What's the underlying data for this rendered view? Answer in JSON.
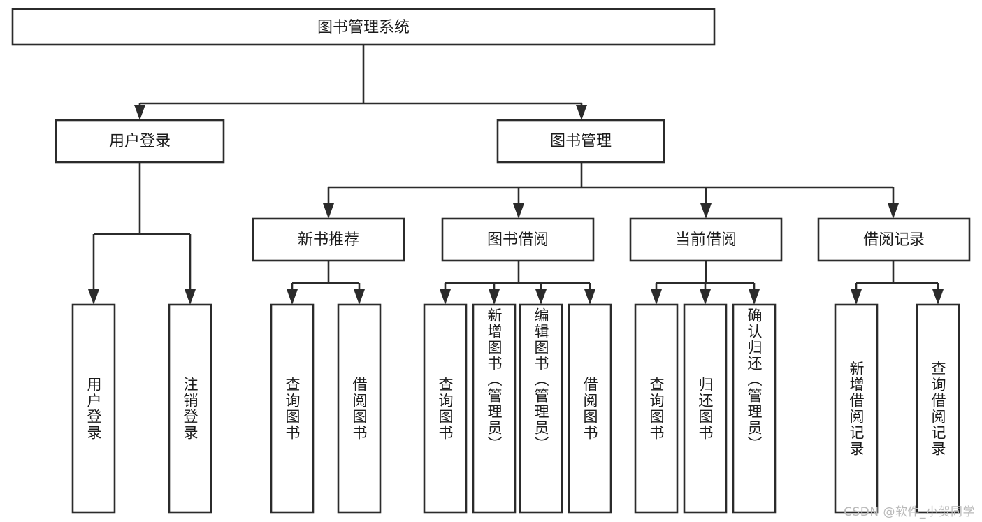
{
  "diagram": {
    "type": "tree-hierarchy",
    "title": "图书管理系统",
    "watermark": "CSDN @软件_小贺同学",
    "colors": {
      "box_stroke": "#2b2b2b",
      "box_fill": "#ffffff",
      "text": "#1b1b1b",
      "background": "#ffffff",
      "watermark": "#b9b9b9"
    },
    "levels": {
      "root": {
        "label": "图书管理系统"
      },
      "level2": [
        {
          "id": "login",
          "label": "用户登录"
        },
        {
          "id": "bookmgmt",
          "label": "图书管理"
        }
      ],
      "level3": [
        {
          "id": "newbook",
          "label": "新书推荐"
        },
        {
          "id": "borrow",
          "label": "图书借阅"
        },
        {
          "id": "current",
          "label": "当前借阅"
        },
        {
          "id": "records",
          "label": "借阅记录"
        }
      ],
      "leaves": {
        "login": [
          {
            "id": "user-login",
            "label": "用户登录"
          },
          {
            "id": "user-logout",
            "label": "注销登录"
          }
        ],
        "newbook": [
          {
            "id": "query-book-1",
            "label": "查询图书"
          },
          {
            "id": "borrow-book-1",
            "label": "借阅图书"
          }
        ],
        "borrow": [
          {
            "id": "query-book-2",
            "label": "查询图书"
          },
          {
            "id": "add-book",
            "label": "新增图书（管理员）"
          },
          {
            "id": "edit-book",
            "label": "编辑图书（管理员）"
          },
          {
            "id": "borrow-book-2",
            "label": "借阅图书"
          }
        ],
        "current": [
          {
            "id": "query-book-3",
            "label": "查询图书"
          },
          {
            "id": "return-book",
            "label": "归还图书"
          },
          {
            "id": "confirm-return",
            "label": "确认归还（管理员）"
          }
        ],
        "records": [
          {
            "id": "add-record",
            "label": "新增借阅记录"
          },
          {
            "id": "query-record",
            "label": "查询借阅记录"
          }
        ]
      }
    }
  }
}
